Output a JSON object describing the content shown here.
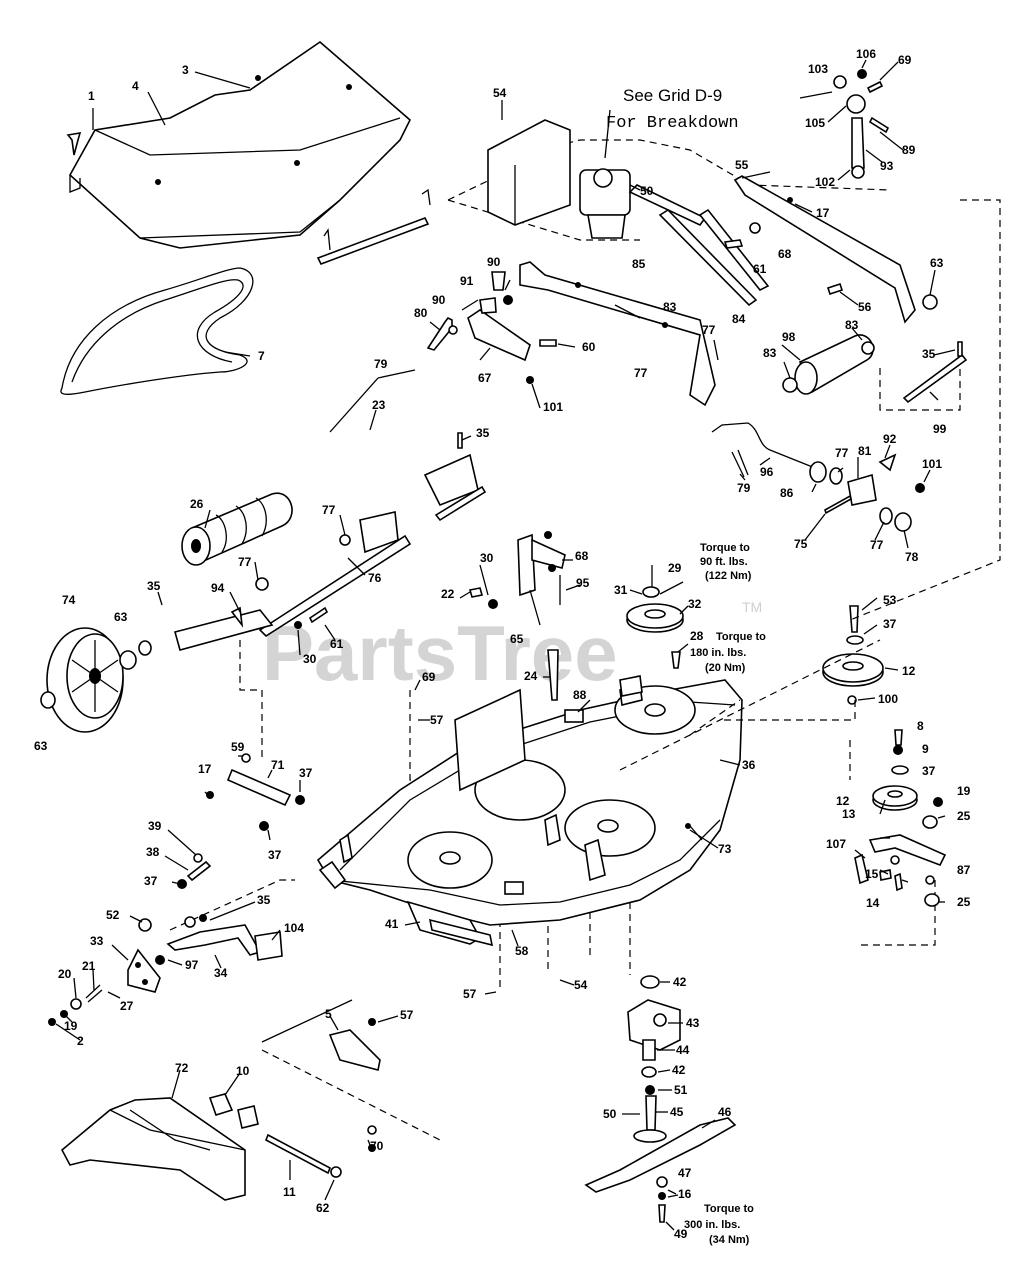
{
  "callouts": {
    "grid_ref": "See Grid D-9",
    "grid_ref_sub": "For Breakdown",
    "torque_1": [
      "Torque to",
      "90 ft. lbs.",
      "(122 Nm)"
    ],
    "torque_2": [
      "Torque to",
      "180 in. lbs.",
      "(20 Nm)"
    ],
    "torque_3": [
      "Torque to",
      "300 in. lbs.",
      "(34 Nm)"
    ]
  },
  "watermark": {
    "text": "PartsTree",
    "tm": "TM"
  },
  "part_numbers": {
    "p1": "1",
    "p3": "3",
    "p4": "4",
    "p7": "7",
    "p54a": "54",
    "p103": "103",
    "p106": "106",
    "p69a": "69",
    "p105": "105",
    "p89": "89",
    "p102": "102",
    "p93": "93",
    "p50a": "50",
    "p55": "55",
    "p17a": "17",
    "p68a": "68",
    "p61a": "61",
    "p85": "85",
    "p90a": "90",
    "p90b": "90",
    "p91": "91",
    "p80": "80",
    "p83a": "83",
    "p84": "84",
    "p60": "60",
    "p67": "67",
    "p77a": "77",
    "p77b": "77",
    "p101a": "101",
    "p63a": "63",
    "p56": "56",
    "p83b": "83",
    "p98": "98",
    "p83c": "83",
    "p35a": "35",
    "p99": "99",
    "p79a": "79",
    "p23": "23",
    "p35b": "35",
    "p26": "26",
    "p77c": "77",
    "p77d": "77",
    "p76": "76",
    "p96": "96",
    "p79b": "79",
    "p86": "86",
    "p77e": "77",
    "p81": "81",
    "p92": "92",
    "p101b": "101",
    "p75": "75",
    "p77f": "77",
    "p78": "78",
    "p30a": "30",
    "p68b": "68",
    "p22": "22",
    "p65": "65",
    "p95": "95",
    "p29": "29",
    "p31": "31",
    "p32": "32",
    "p28": "28",
    "p53": "53",
    "p37a": "37",
    "p12a": "12",
    "p100": "100",
    "p74": "74",
    "p63b": "63",
    "p35c": "35",
    "p94": "94",
    "p30b": "30",
    "p61b": "61",
    "p63c": "63",
    "p24": "24",
    "p69b": "69",
    "p57a": "57",
    "p88": "88",
    "p36": "36",
    "p8": "8",
    "p9": "9",
    "p37b": "37",
    "p12b": "12",
    "p19a": "19",
    "p25a": "25",
    "p13": "13",
    "p107": "107",
    "p87": "87",
    "p15": "15",
    "p14": "14",
    "p25b": "25",
    "p59": "59",
    "p71": "71",
    "p17b": "17",
    "p37c": "37",
    "p37d": "37",
    "p73": "73",
    "p39": "39",
    "p38": "38",
    "p37e": "37",
    "p35d": "35",
    "p41": "41",
    "p58": "58",
    "p52": "52",
    "p104": "104",
    "p33": "33",
    "p97": "97",
    "p34": "34",
    "p20": "20",
    "p21": "21",
    "p27": "27",
    "p19b": "19",
    "p2": "2",
    "p57b": "57",
    "p54b": "54",
    "p42a": "42",
    "p43": "43",
    "p44": "44",
    "p42b": "42",
    "p51": "51",
    "p50b": "50",
    "p45": "45",
    "p46": "46",
    "p47": "47",
    "p16": "16",
    "p49": "49",
    "p5": "5",
    "p57c": "57",
    "p72": "72",
    "p10": "10",
    "p70": "70",
    "p11": "11",
    "p62": "62"
  }
}
